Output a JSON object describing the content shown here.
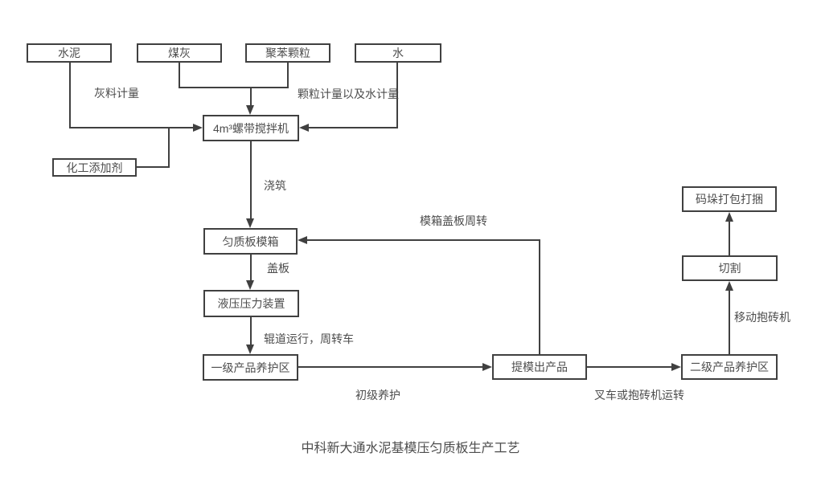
{
  "diagram": {
    "title": "中科新大通水泥基模压匀质板生产工艺",
    "nodes": {
      "cement": {
        "label": "水泥"
      },
      "coal_ash": {
        "label": "煤灰"
      },
      "polystyrene": {
        "label": "聚苯颗粒"
      },
      "water": {
        "label": "水"
      },
      "additive": {
        "label": "化工添加剂"
      },
      "mixer": {
        "label": "4m³螺带搅拌机"
      },
      "mold_box": {
        "label": "匀质板模箱"
      },
      "hydraulic": {
        "label": "液压压力装置"
      },
      "curing1": {
        "label": "一级产品养护区"
      },
      "demold": {
        "label": "提模出产品"
      },
      "curing2": {
        "label": "二级产品养护区"
      },
      "cutting": {
        "label": "切割"
      },
      "stacking": {
        "label": "码垛打包打捆"
      }
    },
    "edge_labels": {
      "ash_metering": "灰料计量",
      "particle_water_metering": "颗粒计量以及水计量",
      "pouring": "浇筑",
      "mold_cover_turnover": "模箱盖板周转",
      "cover": "盖板",
      "roller": "辊道运行，周转车",
      "primary_curing": "初级养护",
      "forklift": "叉车或抱砖机运转",
      "mobile_brick": "移动抱砖机"
    },
    "colors": {
      "line": "#404040",
      "text": "#4d4d4d",
      "background": "#ffffff"
    }
  }
}
